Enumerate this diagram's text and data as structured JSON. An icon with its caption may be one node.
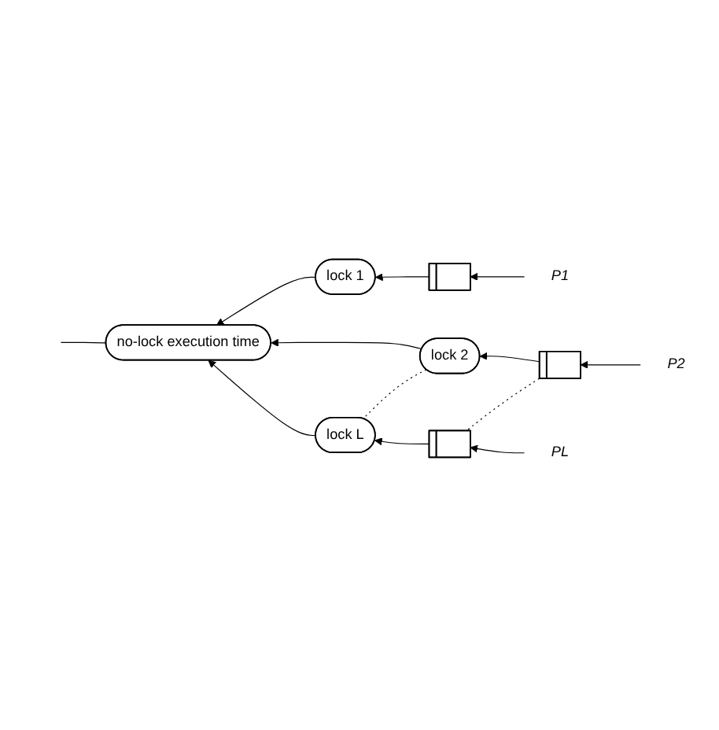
{
  "diagram": {
    "nodes": [
      {
        "text": [
          "no-lock execution time"
        ]
      },
      {
        "text": [
          "lock 1"
        ]
      },
      {
        "text": [],
        "shape": "box"
      },
      {
        "text": [
          "P1"
        ]
      },
      {
        "text": [
          "lock 2"
        ]
      },
      {
        "text": [],
        "shape": "box"
      },
      {
        "text": [
          "P2"
        ]
      },
      {
        "text": [
          "lock L"
        ]
      },
      {
        "text": [],
        "shape": "box"
      },
      {
        "text": [
          "PL"
        ]
      }
    ],
    "edges": [
      {
        "from": 3,
        "to": 2,
        "arrow": "to"
      },
      {
        "from": 2,
        "to": 1,
        "arrow": "to"
      },
      {
        "from": 1,
        "to": 0,
        "arrow": "to"
      },
      {
        "from": 6,
        "to": 5,
        "arrow": "to"
      },
      {
        "from": 5,
        "to": 4,
        "arrow": "to"
      },
      {
        "from": 4,
        "to": 0,
        "arrow": "to"
      },
      {
        "from": 9,
        "to": 8,
        "arrow": "to"
      },
      {
        "from": 8,
        "to": 7,
        "arrow": "to"
      },
      {
        "from": 7,
        "to": 0,
        "arrow": "to"
      },
      {
        "from": 0,
        "to": null,
        "arrow": "none"
      },
      {
        "from": 4,
        "to": 7,
        "arrow": "none",
        "style": "dashed"
      },
      {
        "from": 5,
        "to": 8,
        "arrow": "none",
        "style": "dashed"
      }
    ]
  }
}
